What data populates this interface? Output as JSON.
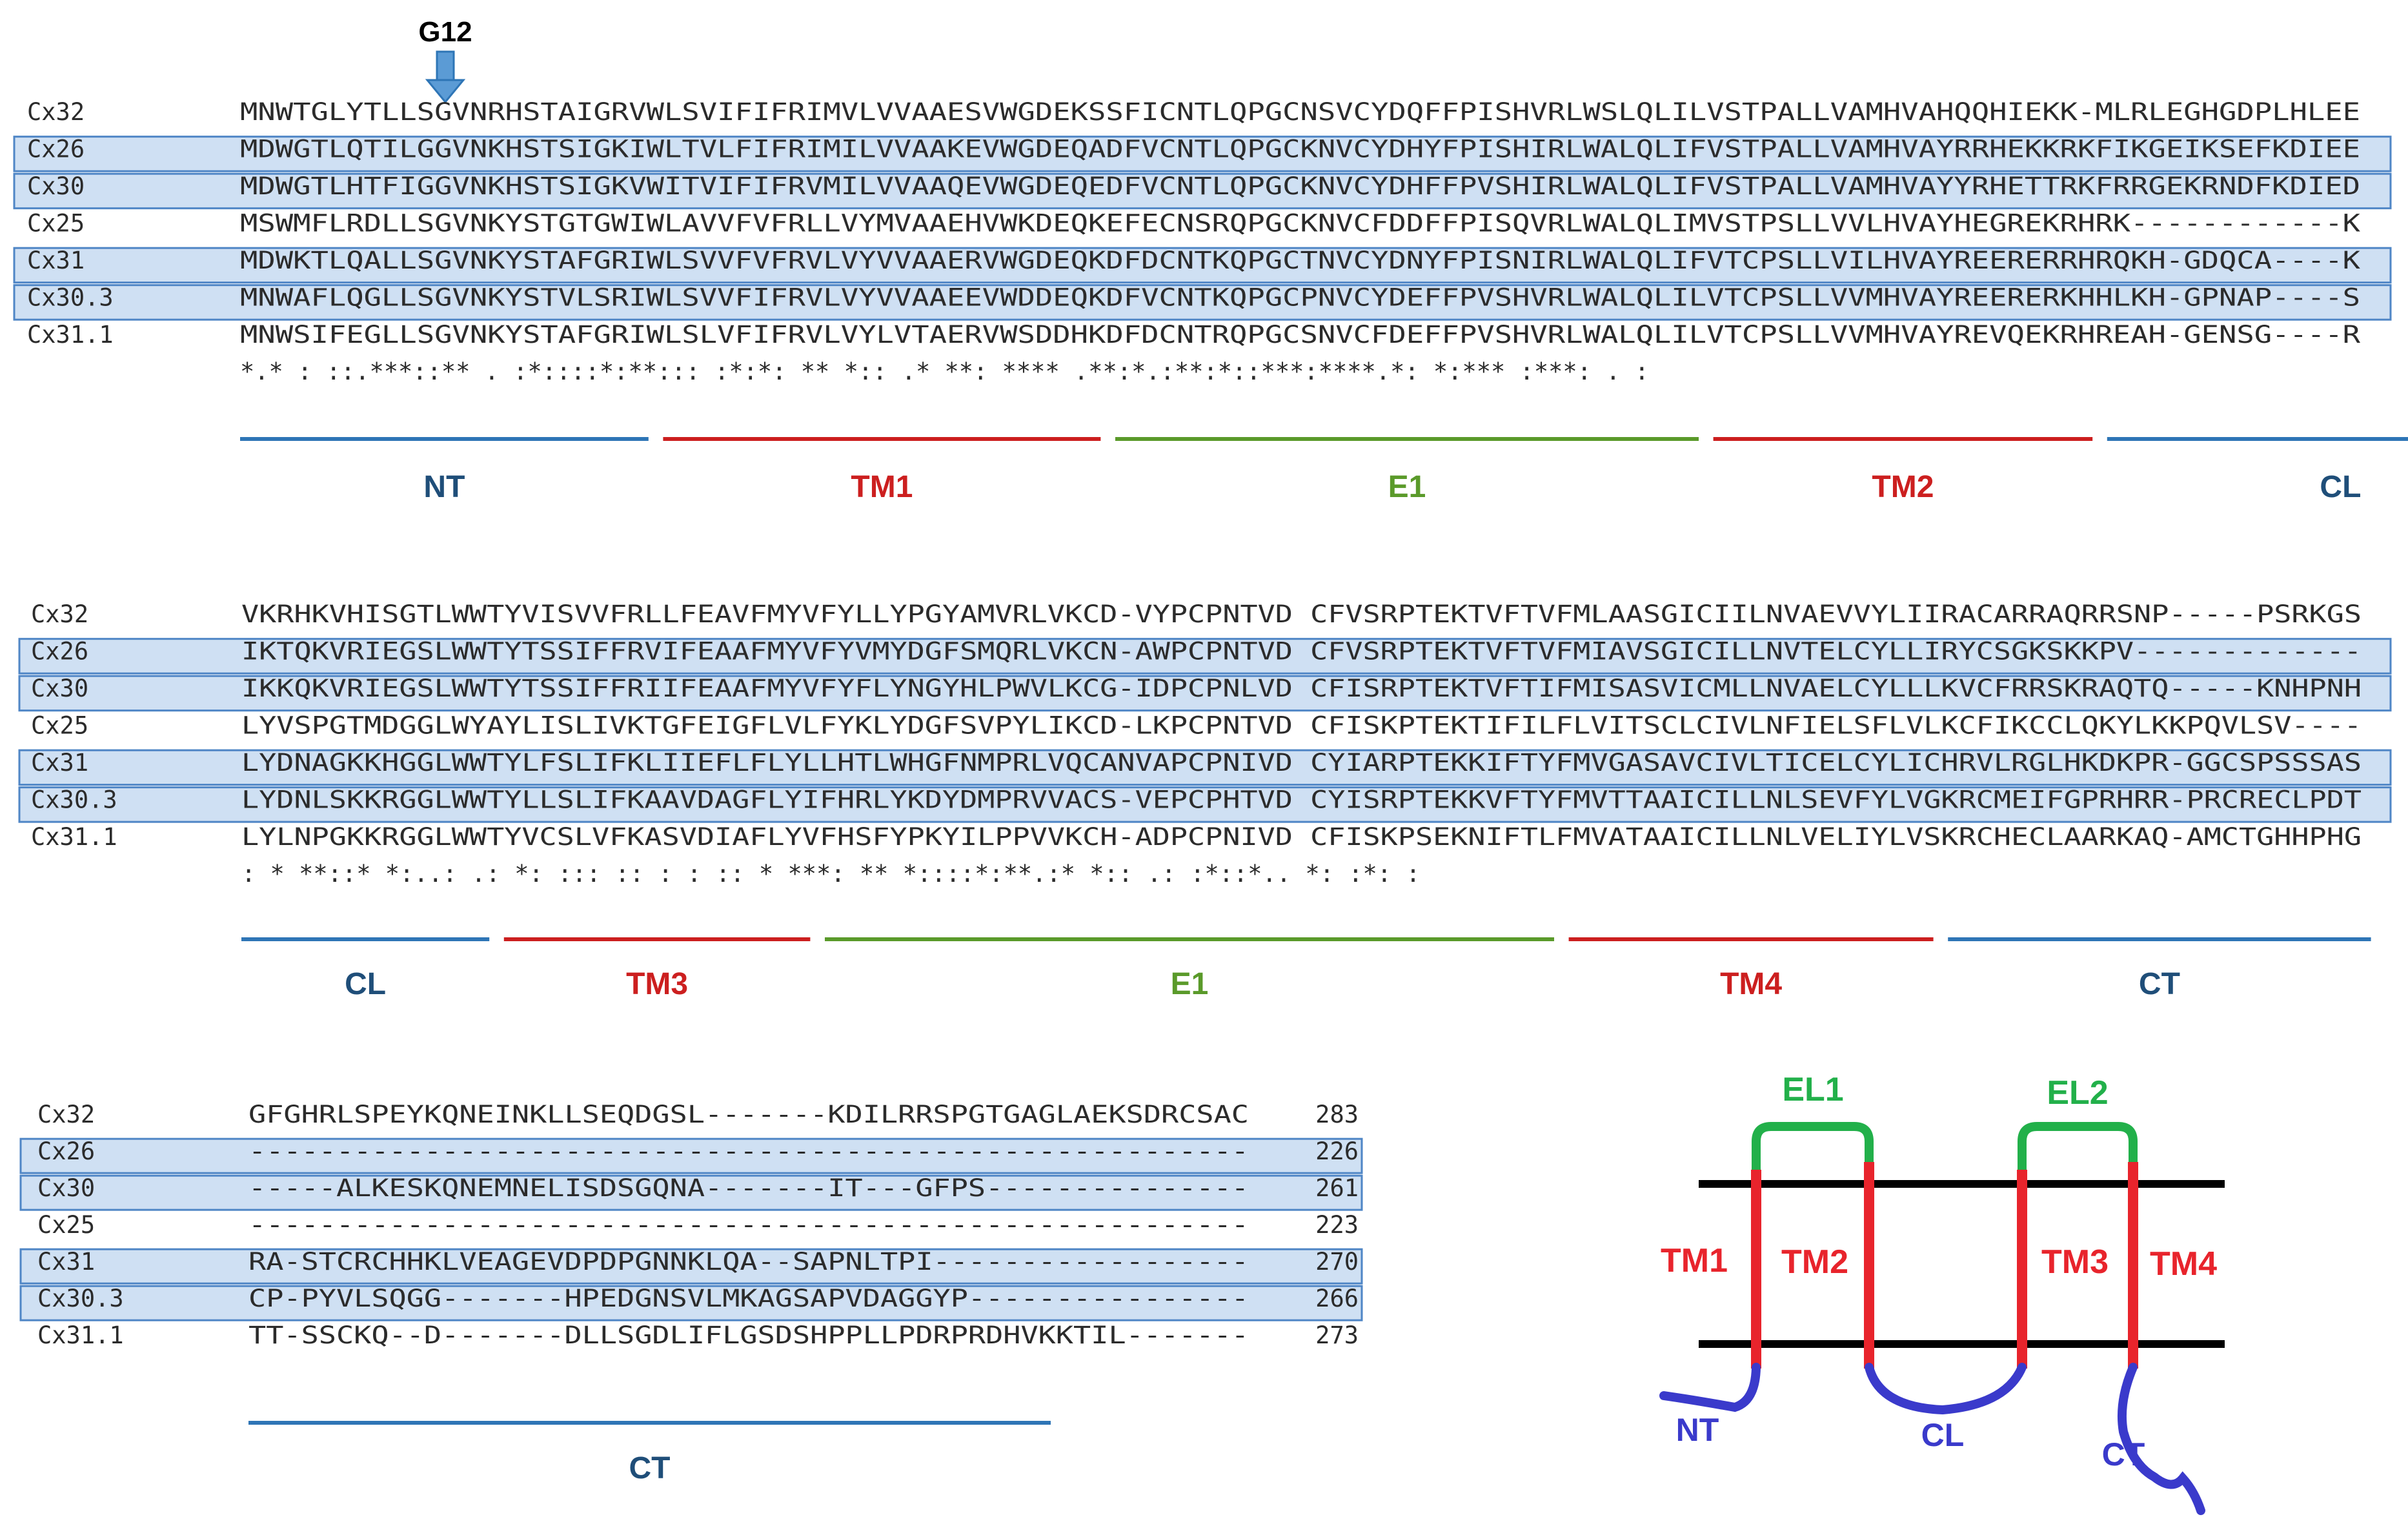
{
  "marker": {
    "label": "G12"
  },
  "colors": {
    "highlight_fill": "#cfe0f3",
    "highlight_stroke": "#4f86c6",
    "sequence_text": "#2b2b2b",
    "blue": "#2e75b6",
    "red": "#cc1f1f",
    "green": "#5a9a2a",
    "label_blue": "#1f4e79",
    "diagram_green": "#22b04a",
    "diagram_red": "#e8242c",
    "diagram_blue": "#3a3acb",
    "membrane": "#000000"
  },
  "blocks": [
    {
      "rows": [
        {
          "name": "Cx32",
          "seq": "MNWTGLYTLLSGVNRHSTAIGRVWLSVIFIFRIMVLVVAAESVWGDEKSSFICNTLQPGCNSVCYDQFFPISHVRLWSLQLILVSTPALLVAMHVAHQQHIEKK-MLRLEGHGDPLHLEE",
          "highlight": false
        },
        {
          "name": "Cx26",
          "seq": "MDWGTLQTILGGVNKHSTSIGKIWLTVLFIFRIMILVVAAKEVWGDEQADFVCNTLQPGCKNVCYDHYFPISHIRLWALQLIFVSTPALLVAMHVAYRRHEKKRKFIKGEIKSEFKDIEE",
          "highlight": true
        },
        {
          "name": "Cx30",
          "seq": "MDWGTLHTFIGGVNKHSTSIGKVWITVIFIFRVMILVVAAQEVWGDEQEDFVCNTLQPGCKNVCYDHFFPVSHIRLWALQLIFVSTPALLVAMHVAYYRHETTRKFRRGEKRNDFKDIED",
          "highlight": true
        },
        {
          "name": "Cx25",
          "seq": "MSWMFLRDLLSGVNKYSTGTGWIWLAVVFVFRLLVYMVAAEHVWKDEQKEFECNSRQPGCKNVCFDDFFPISQVRLWALQLIMVSTPSLLVVLHVAYHEGREKRHRK------------K",
          "highlight": false
        },
        {
          "name": "Cx31",
          "seq": "MDWKTLQALLSGVNKYSTAFGRIWLSVVFVFRVLVYVVAAERVWGDEQKDFDCNTKQPGCTNVCYDNYFPISNIRLWALQLIFVTCPSLLVILHVAYREERERRHRQKH-GDQCA----K",
          "highlight": true
        },
        {
          "name": "Cx30.3",
          "seq": "MNWAFLQGLLSGVNKYSTVLSRIWLSVVFIFRVLVYVVAAEEVWDDEQKDFVCNTKQPGCPNVCYDEFFPVSHVRLWALQLILVTCPSLLVVMHVAYREERERKHHLKH-GPNAP----S",
          "highlight": true
        },
        {
          "name": "Cx31.1",
          "seq": "MNWSIFEGLLSGVNKYSTAFGRIWLSLVFIFRVLVYLVTAERVWSDDHKDFDCNTRQPGCSNVCFDEFFPVSHVRLWALQLILVTCPSLLVVMHVAYREVQEKRHREAH-GENSG----R",
          "highlight": false
        }
      ],
      "consensus": "*.*  :  ::.***::**  . :*::::*:**::: :*:*: ** *:: .* **: ****  .**:*.:**:*::***:****.*: *:*** :***: .    :",
      "domains": [
        {
          "label": "NT",
          "start": 0,
          "end": 27,
          "color": "blue"
        },
        {
          "label": "TM1",
          "start": 29,
          "end": 58,
          "color": "red"
        },
        {
          "label": "E1",
          "start": 60,
          "end": 99,
          "color": "green"
        },
        {
          "label": "TM2",
          "start": 101,
          "end": 126,
          "color": "red"
        },
        {
          "label": "CL",
          "start": 128,
          "end": 159,
          "color": "blue"
        }
      ]
    },
    {
      "rows": [
        {
          "name": "Cx32",
          "seq": "VKRHKVHISGTLWWTYVISVVFRLLFEAVFMYVFYLLYPGYAMVRLVKCD-VYPCPNTVD CFVSRPTEKTVFTVFMLAASGICIILNVAEVVYLIIRACARRAQRRSNP-----PSRKGS",
          "highlight": false
        },
        {
          "name": "Cx26",
          "seq": "IKTQKVRIEGSLWWTYTSSIFFRVIFEAAFMYVFYVMYDGFSMQRLVKCN-AWPCPNTVD CFVSRPTEKTVFTVFMIAVSGICILLNVTELCYLLIRYCSGKSKKPV-------------",
          "highlight": true
        },
        {
          "name": "Cx30",
          "seq": "IKKQKVRIEGSLWWTYTSSIFFRIIFEAAFMYVFYFLYNGYHLPWVLKCG-IDPCPNLVD CFISRPTEKTVFTIFMISASVICMLLNVAELCYLLLKVCFRRSKRAQTQ-----KNHPNH",
          "highlight": true
        },
        {
          "name": "Cx25",
          "seq": "LYVSPGTMDGGLWYAYLISLIVKTGFEIGFLVLFYKLYDGFSVPYLIKCD-LKPCPNTVD CFISKPTEKTIFILFLVITSCLCIVLNFIELSFLVLKCFIKCCLQKYLKKPQVLSV----",
          "highlight": false
        },
        {
          "name": "Cx31",
          "seq": "LYDNAGKKHGGLWWTYLFSLIFKLIIEFLFLYLLHTLWHGFNMPRLVQCANVAPCPNIVD CYIARPTEKKIFTYFMVGASAVCIVLTICELCYLICHRVLRGLHKDKPR-GGCSPSSSAS",
          "highlight": true
        },
        {
          "name": "Cx30.3",
          "seq": "LYDNLSKKRGGLWWTYLLSLIFKAAVDAGFLYIFHRLYKDYDMPRVVACS-VEPCPHTVD CYISRPTEKKVFTYFMVTTAAICILLNLSEVFYLVGKRCMEIFGPRHRR-PRCRECLPDT",
          "highlight": true
        },
        {
          "name": "Cx31.1",
          "seq": "LYLNPGKKRGGLWWTYVCSLVFKASVDIAFLYVFHSFYPKYILPPVVKCH-ADPCPNIVD CFISKPSEKNIFTLFMVATAAICILLNLVELIYLVSKRCHECLAARKAQ-AMCTGHHPHG",
          "highlight": false
        }
      ],
      "consensus": ":         * **::*  *:..:  .:  *: ::: ::  : :  :: *      ***: ** *::::*:**.:*  *:: .: :*::*.. *: :*: :",
      "domains": [
        {
          "label": "CL",
          "start": 0,
          "end": 16,
          "color": "blue"
        },
        {
          "label": "TM3",
          "start": 18,
          "end": 38,
          "color": "red"
        },
        {
          "label": "E1",
          "start": 40,
          "end": 89,
          "color": "green"
        },
        {
          "label": "TM4",
          "start": 91,
          "end": 115,
          "color": "red"
        },
        {
          "label": "CT",
          "start": 117,
          "end": 145,
          "color": "blue"
        }
      ]
    },
    {
      "rows": [
        {
          "name": "Cx32",
          "seq": "GFGHRLSPEYKQNEINKLLSEQDGSL-------KDILRRSPGTGAGLAEKSDRCSAC",
          "count": "283",
          "highlight": false
        },
        {
          "name": "Cx26",
          "seq": "---------------------------------------------------------",
          "count": "226",
          "highlight": true
        },
        {
          "name": "Cx30",
          "seq": "-----ALKESKQNEMNELISDSGQNA-------IT---GFPS---------------",
          "count": "261",
          "highlight": true
        },
        {
          "name": "Cx25",
          "seq": "---------------------------------------------------------",
          "count": "223",
          "highlight": false
        },
        {
          "name": "Cx31",
          "seq": "RA-STCRCHHKLVEAGEVDPDPGNNKLQA--SAPNLTPI------------------",
          "count": "270",
          "highlight": true
        },
        {
          "name": "Cx30.3",
          "seq": "CP-PYVLSQGG-------HPEDGNSVLMKAGSAPVDAGGYP----------------",
          "count": "266",
          "highlight": true
        },
        {
          "name": "Cx31.1",
          "seq": "TT-SSCKQ--D-------DLLSGDLIFLGSDSHPPLLPDRPRDHVKKTIL-------",
          "count": "273",
          "highlight": false
        }
      ],
      "consensus": "",
      "domains": [
        {
          "label": "CT",
          "start": 0,
          "end": 54,
          "color": "blue"
        }
      ]
    }
  ],
  "topology": {
    "loops": [
      "EL1",
      "EL2"
    ],
    "tm": [
      "TM1",
      "TM2",
      "TM3",
      "TM4"
    ],
    "termini": [
      "NT",
      "CL",
      "CT"
    ]
  }
}
